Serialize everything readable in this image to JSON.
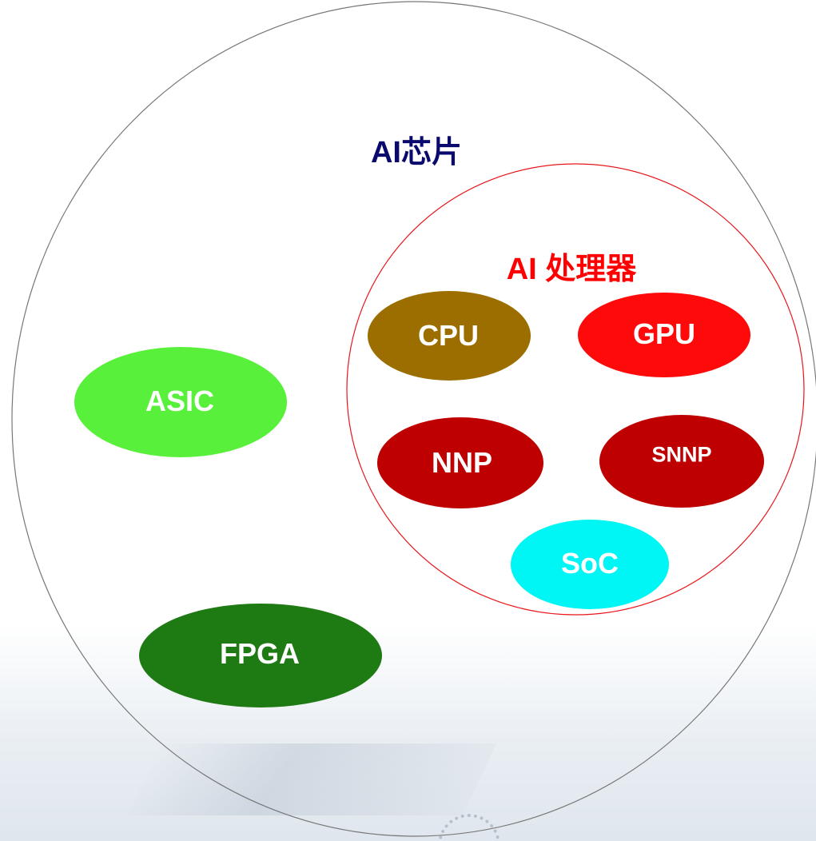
{
  "outer_label": "AI芯片",
  "inner_label": "AI 处理器",
  "colors": {
    "outer_label": "#0a0a6e",
    "inner_label": "#ff0000",
    "outer_border": "#777777",
    "inner_border": "#e8161b"
  },
  "nodes": {
    "asic": {
      "label": "ASIC",
      "color": "#58f03a"
    },
    "fpga": {
      "label": "FPGA",
      "color": "#1e7a12"
    },
    "cpu": {
      "label": "CPU",
      "color": "#9c6e00"
    },
    "gpu": {
      "label": "GPU",
      "color": "#ff0a0a"
    },
    "nnp": {
      "label": "NNP",
      "color": "#bf0000"
    },
    "snnp": {
      "label": "SNNP",
      "color": "#bf0000"
    },
    "soc": {
      "label": "SoC",
      "color": "#00f5f5"
    }
  }
}
